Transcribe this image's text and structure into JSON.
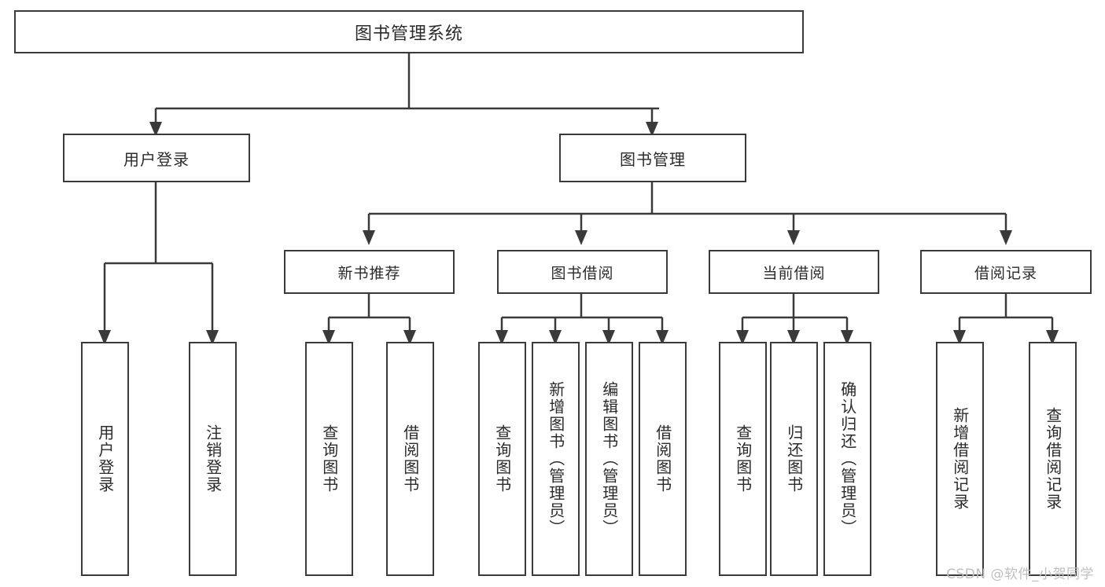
{
  "diagram": {
    "type": "tree-hierarchy",
    "title": "图书管理系统",
    "watermark": "CSDN @软件_小贺同学",
    "colors": {
      "box_border": "#3a3a3a",
      "box_fill": "#ffffff",
      "text": "#2b2b2b",
      "connector": "#3a3a3a",
      "watermark": "#bfbfbf"
    },
    "nodes": {
      "root": {
        "label": "图书管理系统"
      },
      "level2": [
        {
          "label": "用户登录"
        },
        {
          "label": "图书管理"
        }
      ],
      "level3": [
        {
          "label": "新书推荐"
        },
        {
          "label": "图书借阅"
        },
        {
          "label": "当前借阅"
        },
        {
          "label": "借阅记录"
        }
      ],
      "leaves_user_login": [
        {
          "label": "用户登录"
        },
        {
          "label": "注销登录"
        }
      ],
      "leaves_new_book": [
        {
          "label": "查询图书"
        },
        {
          "label": "借阅图书"
        }
      ],
      "leaves_borrow": [
        {
          "label": "查询图书"
        },
        {
          "label": "新增图书（管理员）"
        },
        {
          "label": "编辑图书（管理员）"
        },
        {
          "label": "借阅图书"
        }
      ],
      "leaves_current": [
        {
          "label": "查询图书"
        },
        {
          "label": "归还图书"
        },
        {
          "label": "确认归还（管理员）"
        }
      ],
      "leaves_records": [
        {
          "label": "新增借阅记录"
        },
        {
          "label": "查询借阅记录"
        }
      ]
    }
  }
}
